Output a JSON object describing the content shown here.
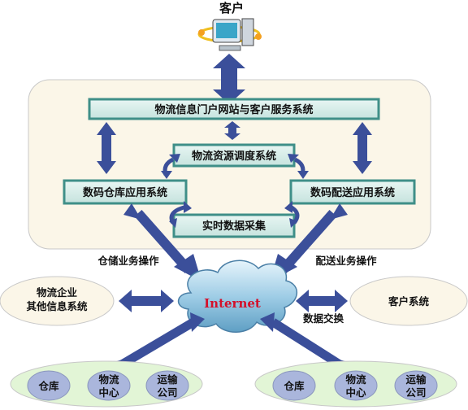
{
  "client": {
    "label": "客户"
  },
  "portal": {
    "label": "物流信息门户网站与客户服务系统"
  },
  "scheduling": {
    "label": "物流资源调度系统"
  },
  "warehouse_app": {
    "label": "数码仓库应用系统"
  },
  "delivery_app": {
    "label": "数码配送应用系统"
  },
  "realtime": {
    "label": "实时数据采集"
  },
  "internet": {
    "label": "Internet"
  },
  "labels": {
    "warehouse_ops": "仓储业务操作",
    "delivery_ops": "配送业务操作",
    "data_exchange": "数据交换"
  },
  "other_systems": {
    "line1": "物流企业",
    "line2": "其他信息系统"
  },
  "client_system": {
    "label": "客户系统"
  },
  "left_group": {
    "items": [
      {
        "lines": [
          "仓库"
        ]
      },
      {
        "lines": [
          "物流",
          "中心"
        ]
      },
      {
        "lines": [
          "运输",
          "公司"
        ]
      }
    ]
  },
  "right_group": {
    "items": [
      {
        "lines": [
          "仓库"
        ]
      },
      {
        "lines": [
          "物流",
          "中心"
        ]
      },
      {
        "lines": [
          "运输",
          "公司"
        ]
      }
    ]
  },
  "colors": {
    "panel": "#fbf6e8",
    "box_fill": "#d6ece8",
    "box_border": "#3f8f88",
    "arrow": "#3b4f9a",
    "ellipse_fill": "#e2f5d6",
    "node_fill": "#aab6dc",
    "internet_text": "#d4102a"
  }
}
